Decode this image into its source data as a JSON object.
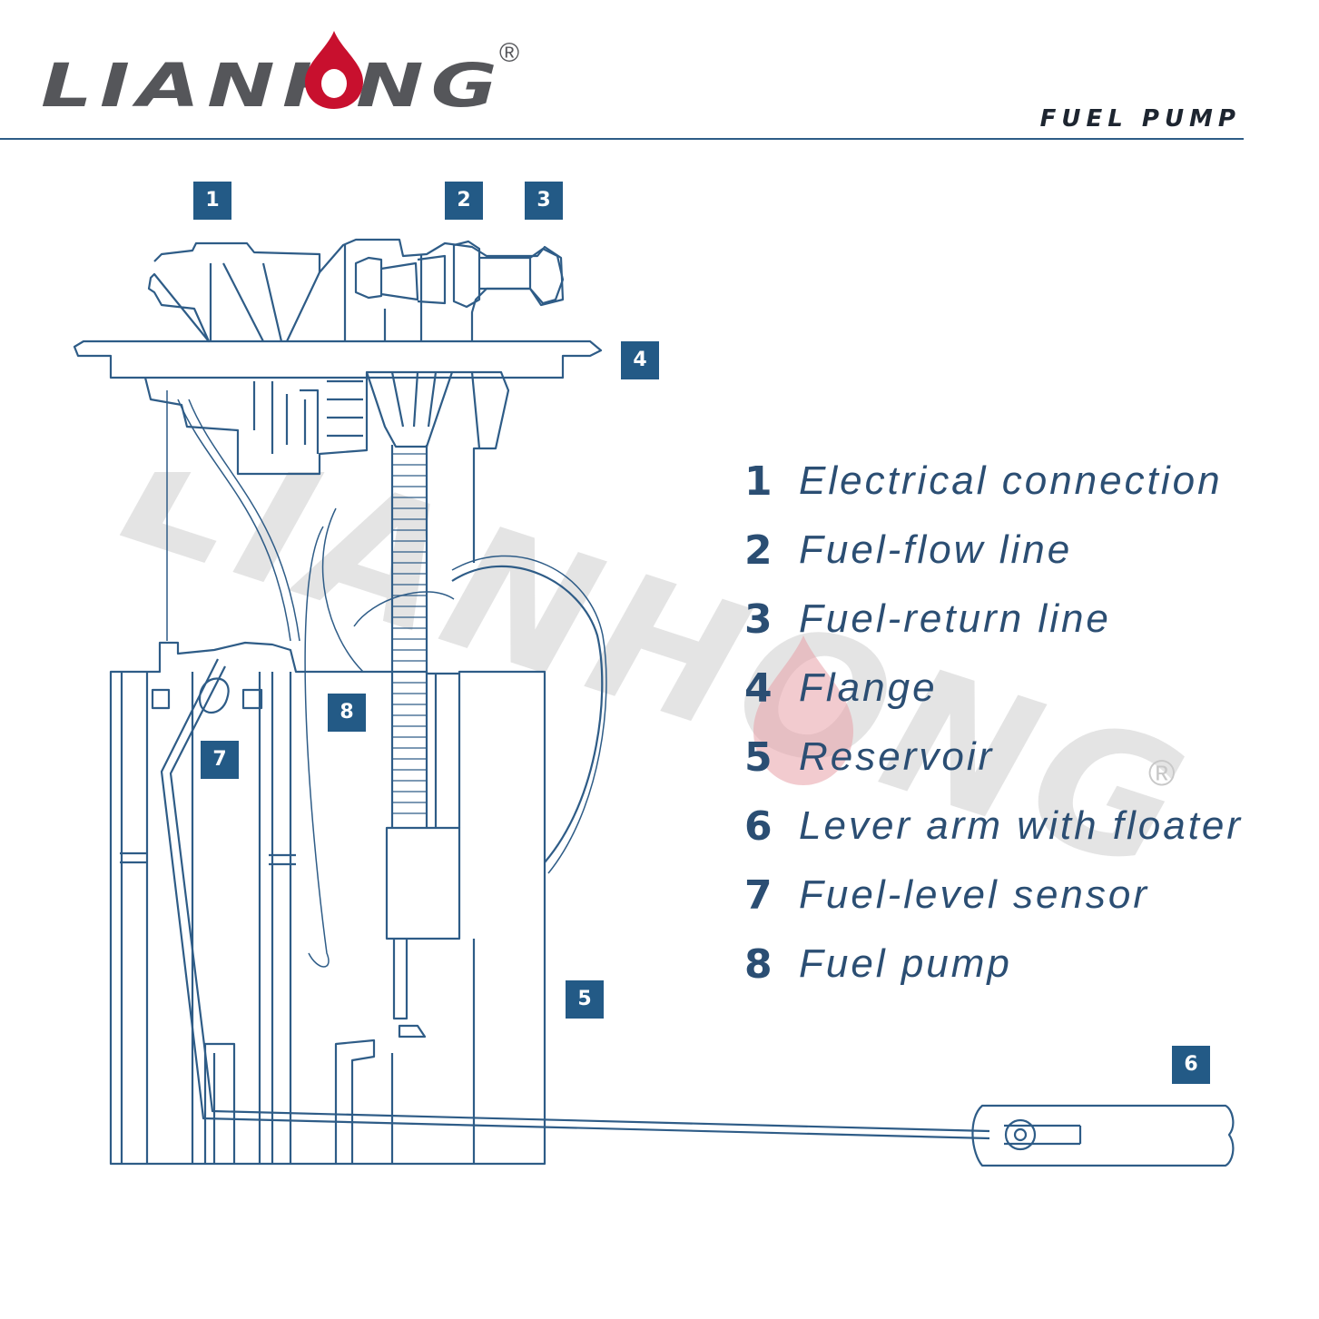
{
  "brand": {
    "logo_left": "LIANH",
    "logo_right": "NG",
    "registered_mark": "®",
    "subtitle": "FUEL PUMP",
    "accent_color": "#c8102e",
    "primary_color": "#235a86",
    "logo_color": "#55565a"
  },
  "callouts": [
    {
      "id": "1",
      "label": "1"
    },
    {
      "id": "2",
      "label": "2"
    },
    {
      "id": "3",
      "label": "3"
    },
    {
      "id": "4",
      "label": "4"
    },
    {
      "id": "5",
      "label": "5"
    },
    {
      "id": "6",
      "label": "6"
    },
    {
      "id": "7",
      "label": "7"
    },
    {
      "id": "8",
      "label": "8"
    }
  ],
  "legend": [
    {
      "num": "1",
      "text": "Electrical connection"
    },
    {
      "num": "2",
      "text": "Fuel-flow line"
    },
    {
      "num": "3",
      "text": "Fuel-return line"
    },
    {
      "num": "4",
      "text": "Flange"
    },
    {
      "num": "5",
      "text": "Reservoir"
    },
    {
      "num": "6",
      "text": "Lever arm with floater"
    },
    {
      "num": "7",
      "text": "Fuel-level sensor"
    },
    {
      "num": "8",
      "text": "Fuel pump"
    }
  ],
  "watermark": {
    "text": "LIANHONG",
    "mark": "®"
  }
}
